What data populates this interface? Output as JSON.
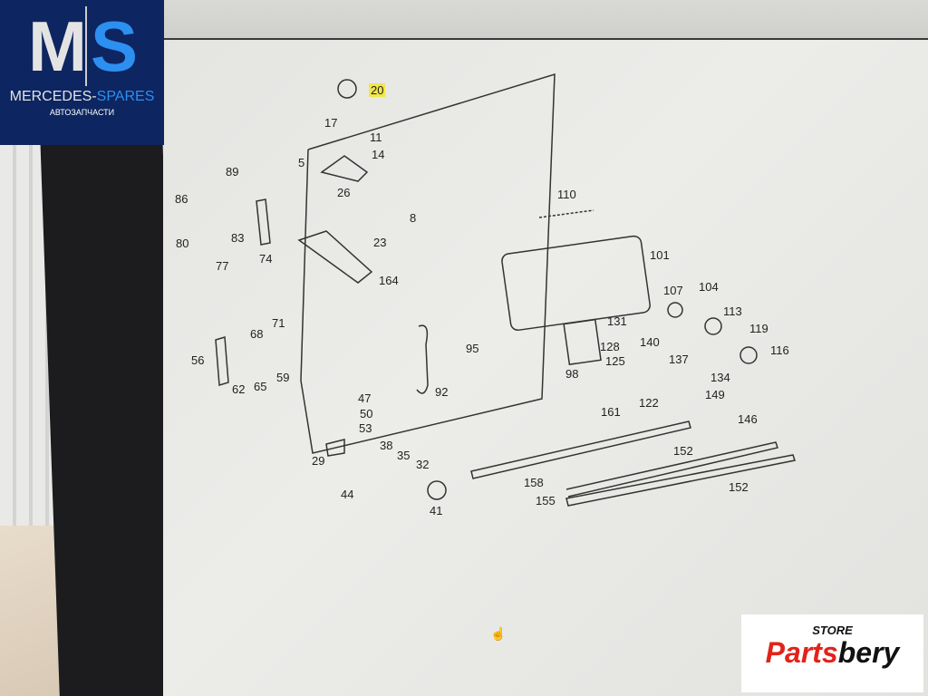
{
  "watermark_left": {
    "letters_m": "M",
    "letters_s": "S",
    "brand_part1": "MERCEDES-",
    "brand_part2": "SPARES",
    "subtitle": "АВТОЗАПЧАСТИ"
  },
  "watermark_right": {
    "top": "STORE",
    "name_part1": "Parts",
    "name_part2": "bery"
  },
  "cursor_icon": "hand-pointer-icon",
  "highlight_color": "#f2e64a",
  "diagram": {
    "highlighted": "20",
    "labels": [
      "20",
      "17",
      "11",
      "14",
      "5",
      "89",
      "86",
      "26",
      "110",
      "8",
      "80",
      "83",
      "77",
      "74",
      "23",
      "101",
      "164",
      "107",
      "104",
      "113",
      "131",
      "119",
      "68",
      "71",
      "95",
      "128",
      "140",
      "116",
      "56",
      "125",
      "137",
      "98",
      "134",
      "62",
      "65",
      "59",
      "92",
      "122",
      "149",
      "47",
      "50",
      "53",
      "161",
      "146",
      "152",
      "29",
      "38",
      "35",
      "32",
      "158",
      "152",
      "155",
      "44",
      "41"
    ]
  }
}
